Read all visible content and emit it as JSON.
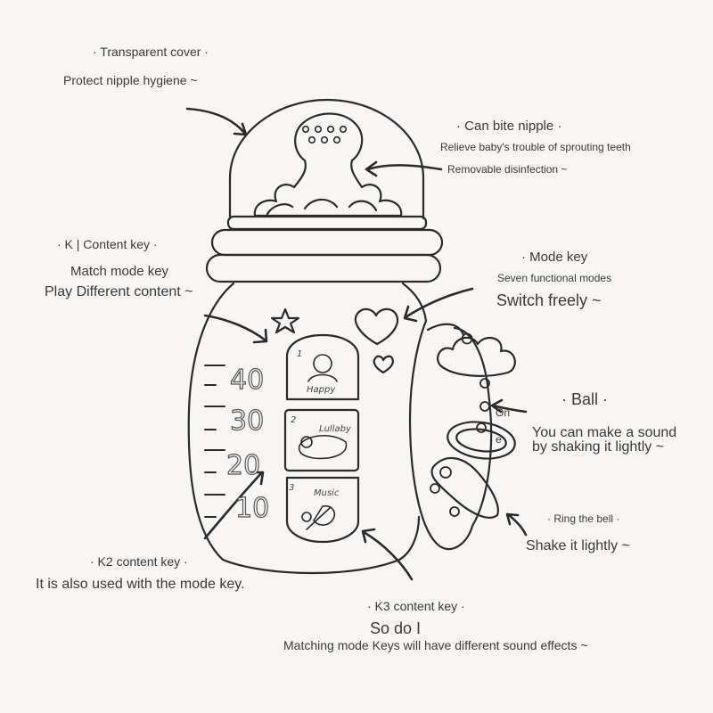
{
  "colors": {
    "background": "#f7f6f4",
    "line": "#2b2b2b",
    "text": "#3a3a3a"
  },
  "labels": {
    "transparent_cover": "· Transparent cover ·",
    "protect_nipple": "Protect nipple hygiene ~",
    "can_bite_nipple": "· Can bite nipple ·",
    "relieve_teeth": "Relieve baby's trouble of sprouting teeth",
    "removable_disinfection": "Removable disinfection ~",
    "k_content_key": "· K | Content key ·",
    "match_mode_key": "Match mode key",
    "play_different": "Play Different content ~",
    "mode_key": "· Mode key",
    "seven_modes": "Seven functional modes",
    "switch_freely": "Switch freely ~",
    "ball": "· Ball ·",
    "ball_desc_1": "You can make a sound",
    "ball_desc_2": "by shaking it lightly ~",
    "one_label_1": "On",
    "one_label_2": "e",
    "ring_bell": "· Ring the bell ·",
    "shake_lightly": "Shake it lightly ~",
    "k2_content_key": "· K2 content key ·",
    "k2_desc": "It is also used with the mode key.",
    "k3_content_key": "· K3 content key ·",
    "so_do_i": "So do I",
    "matching_mode": "Matching mode Keys will have different sound effects ~"
  },
  "scale": {
    "marks": [
      "40",
      "30",
      "20",
      "10"
    ]
  },
  "keys": {
    "k1": {
      "number": "1",
      "text": "Happy"
    },
    "k2": {
      "number": "2",
      "text": "Lullaby"
    },
    "k3": {
      "number": "3",
      "text": "Music"
    }
  },
  "icons": [
    "star-icon",
    "heart-icon",
    "small-heart-icon",
    "octopus-nipple-icon"
  ]
}
